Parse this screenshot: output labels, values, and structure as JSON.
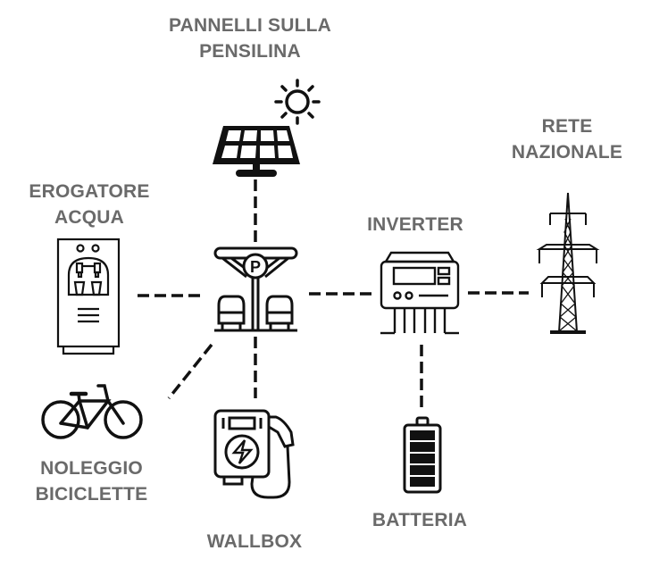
{
  "diagram": {
    "title": "Schema impianto pensilina fotovoltaica",
    "nodes": [
      {
        "id": "solar",
        "label_lines": [
          "PANNELLI SULLA",
          "PENSILINA"
        ],
        "icon": "solar-panel-sun-icon"
      },
      {
        "id": "water",
        "label_lines": [
          "EROGATORE",
          "ACQUA"
        ],
        "icon": "water-dispenser-icon"
      },
      {
        "id": "carport",
        "label_lines": [],
        "icon": "parking-carport-icon"
      },
      {
        "id": "inverter",
        "label_lines": [
          "INVERTER"
        ],
        "icon": "inverter-icon"
      },
      {
        "id": "grid",
        "label_lines": [
          "RETE",
          "NAZIONALE"
        ],
        "icon": "power-pylon-icon"
      },
      {
        "id": "bike",
        "label_lines": [
          "NOLEGGIO",
          "BICICLETTE"
        ],
        "icon": "bicycle-icon"
      },
      {
        "id": "wallbox",
        "label_lines": [
          "WALLBOX"
        ],
        "icon": "ev-charger-icon"
      },
      {
        "id": "battery",
        "label_lines": [
          "BATTERIA"
        ],
        "icon": "battery-full-icon"
      }
    ],
    "edges": [
      {
        "from": "solar",
        "to": "carport",
        "style": "dashed"
      },
      {
        "from": "water",
        "to": "carport",
        "style": "dashed"
      },
      {
        "from": "carport",
        "to": "inverter",
        "style": "dashed"
      },
      {
        "from": "inverter",
        "to": "grid",
        "style": "dashed"
      },
      {
        "from": "carport",
        "to": "bike",
        "style": "dashed"
      },
      {
        "from": "carport",
        "to": "wallbox",
        "style": "dashed"
      },
      {
        "from": "inverter",
        "to": "battery",
        "style": "dashed"
      }
    ],
    "colors": {
      "label": "#6a6a6a",
      "icon": "#111111",
      "line": "#111111"
    }
  }
}
